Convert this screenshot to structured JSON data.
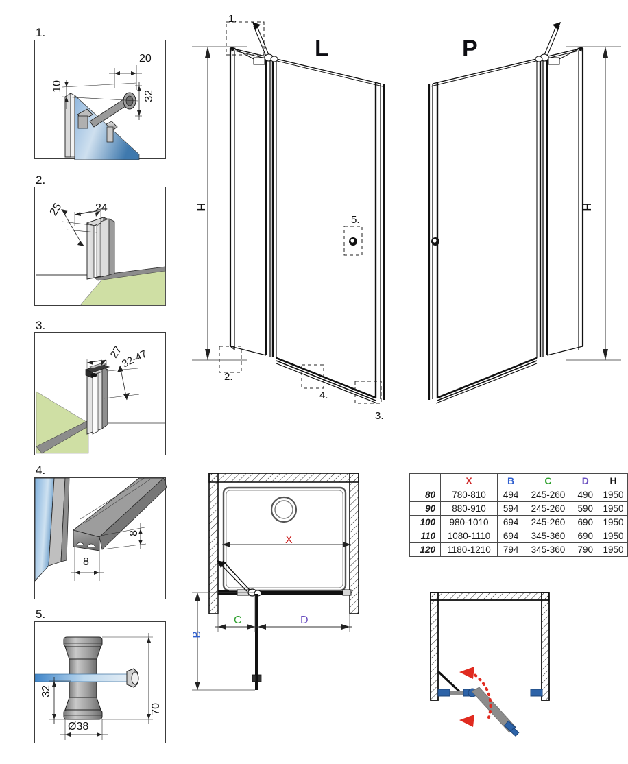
{
  "document": {
    "type": "shower-enclosure-technical-drawing",
    "variants": {
      "left_label": "L",
      "right_label": "P"
    }
  },
  "detail_panels": [
    {
      "number": "1.",
      "dims": [
        "20",
        "10",
        "32"
      ]
    },
    {
      "number": "2.",
      "dims": [
        "25",
        "24"
      ]
    },
    {
      "number": "3.",
      "dims": [
        "27",
        "32-47"
      ]
    },
    {
      "number": "4.",
      "dims": [
        "8",
        "8"
      ]
    },
    {
      "number": "5.",
      "dims": [
        "32",
        "Ø38",
        "70"
      ]
    }
  ],
  "main_drawings": {
    "left": {
      "letter": "L",
      "height_label": "H",
      "callouts": [
        "1.",
        "2.",
        "3.",
        "4.",
        "5."
      ]
    },
    "right": {
      "letter": "P",
      "height_label": "H"
    }
  },
  "plan_view": {
    "labels": {
      "x": "X",
      "b": "B",
      "c": "C",
      "d": "D"
    },
    "label_colors": {
      "x": "#cc2222",
      "b": "#2f5fcf",
      "c": "#2fa02f",
      "d": "#6a4fc0"
    }
  },
  "swing_diagram": {
    "arrow_color": "#e02b20",
    "hinge_color": "#2d63a8"
  },
  "spec_table": {
    "headers": [
      "",
      "X",
      "B",
      "C",
      "D",
      "H"
    ],
    "header_colors": [
      "#111111",
      "#cc2222",
      "#2f5fcf",
      "#2fa02f",
      "#6a4fc0",
      "#111111"
    ],
    "rows": [
      {
        "size": "80",
        "X": "780-810",
        "B": "494",
        "C": "245-260",
        "D": "490",
        "H": "1950"
      },
      {
        "size": "90",
        "X": "880-910",
        "B": "594",
        "C": "245-260",
        "D": "590",
        "H": "1950"
      },
      {
        "size": "100",
        "X": "980-1010",
        "B": "694",
        "C": "245-260",
        "D": "690",
        "H": "1950"
      },
      {
        "size": "110",
        "X": "1080-1110",
        "B": "694",
        "C": "345-360",
        "D": "690",
        "H": "1950"
      },
      {
        "size": "120",
        "X": "1180-1210",
        "B": "794",
        "C": "345-360",
        "D": "790",
        "H": "1950"
      }
    ]
  }
}
